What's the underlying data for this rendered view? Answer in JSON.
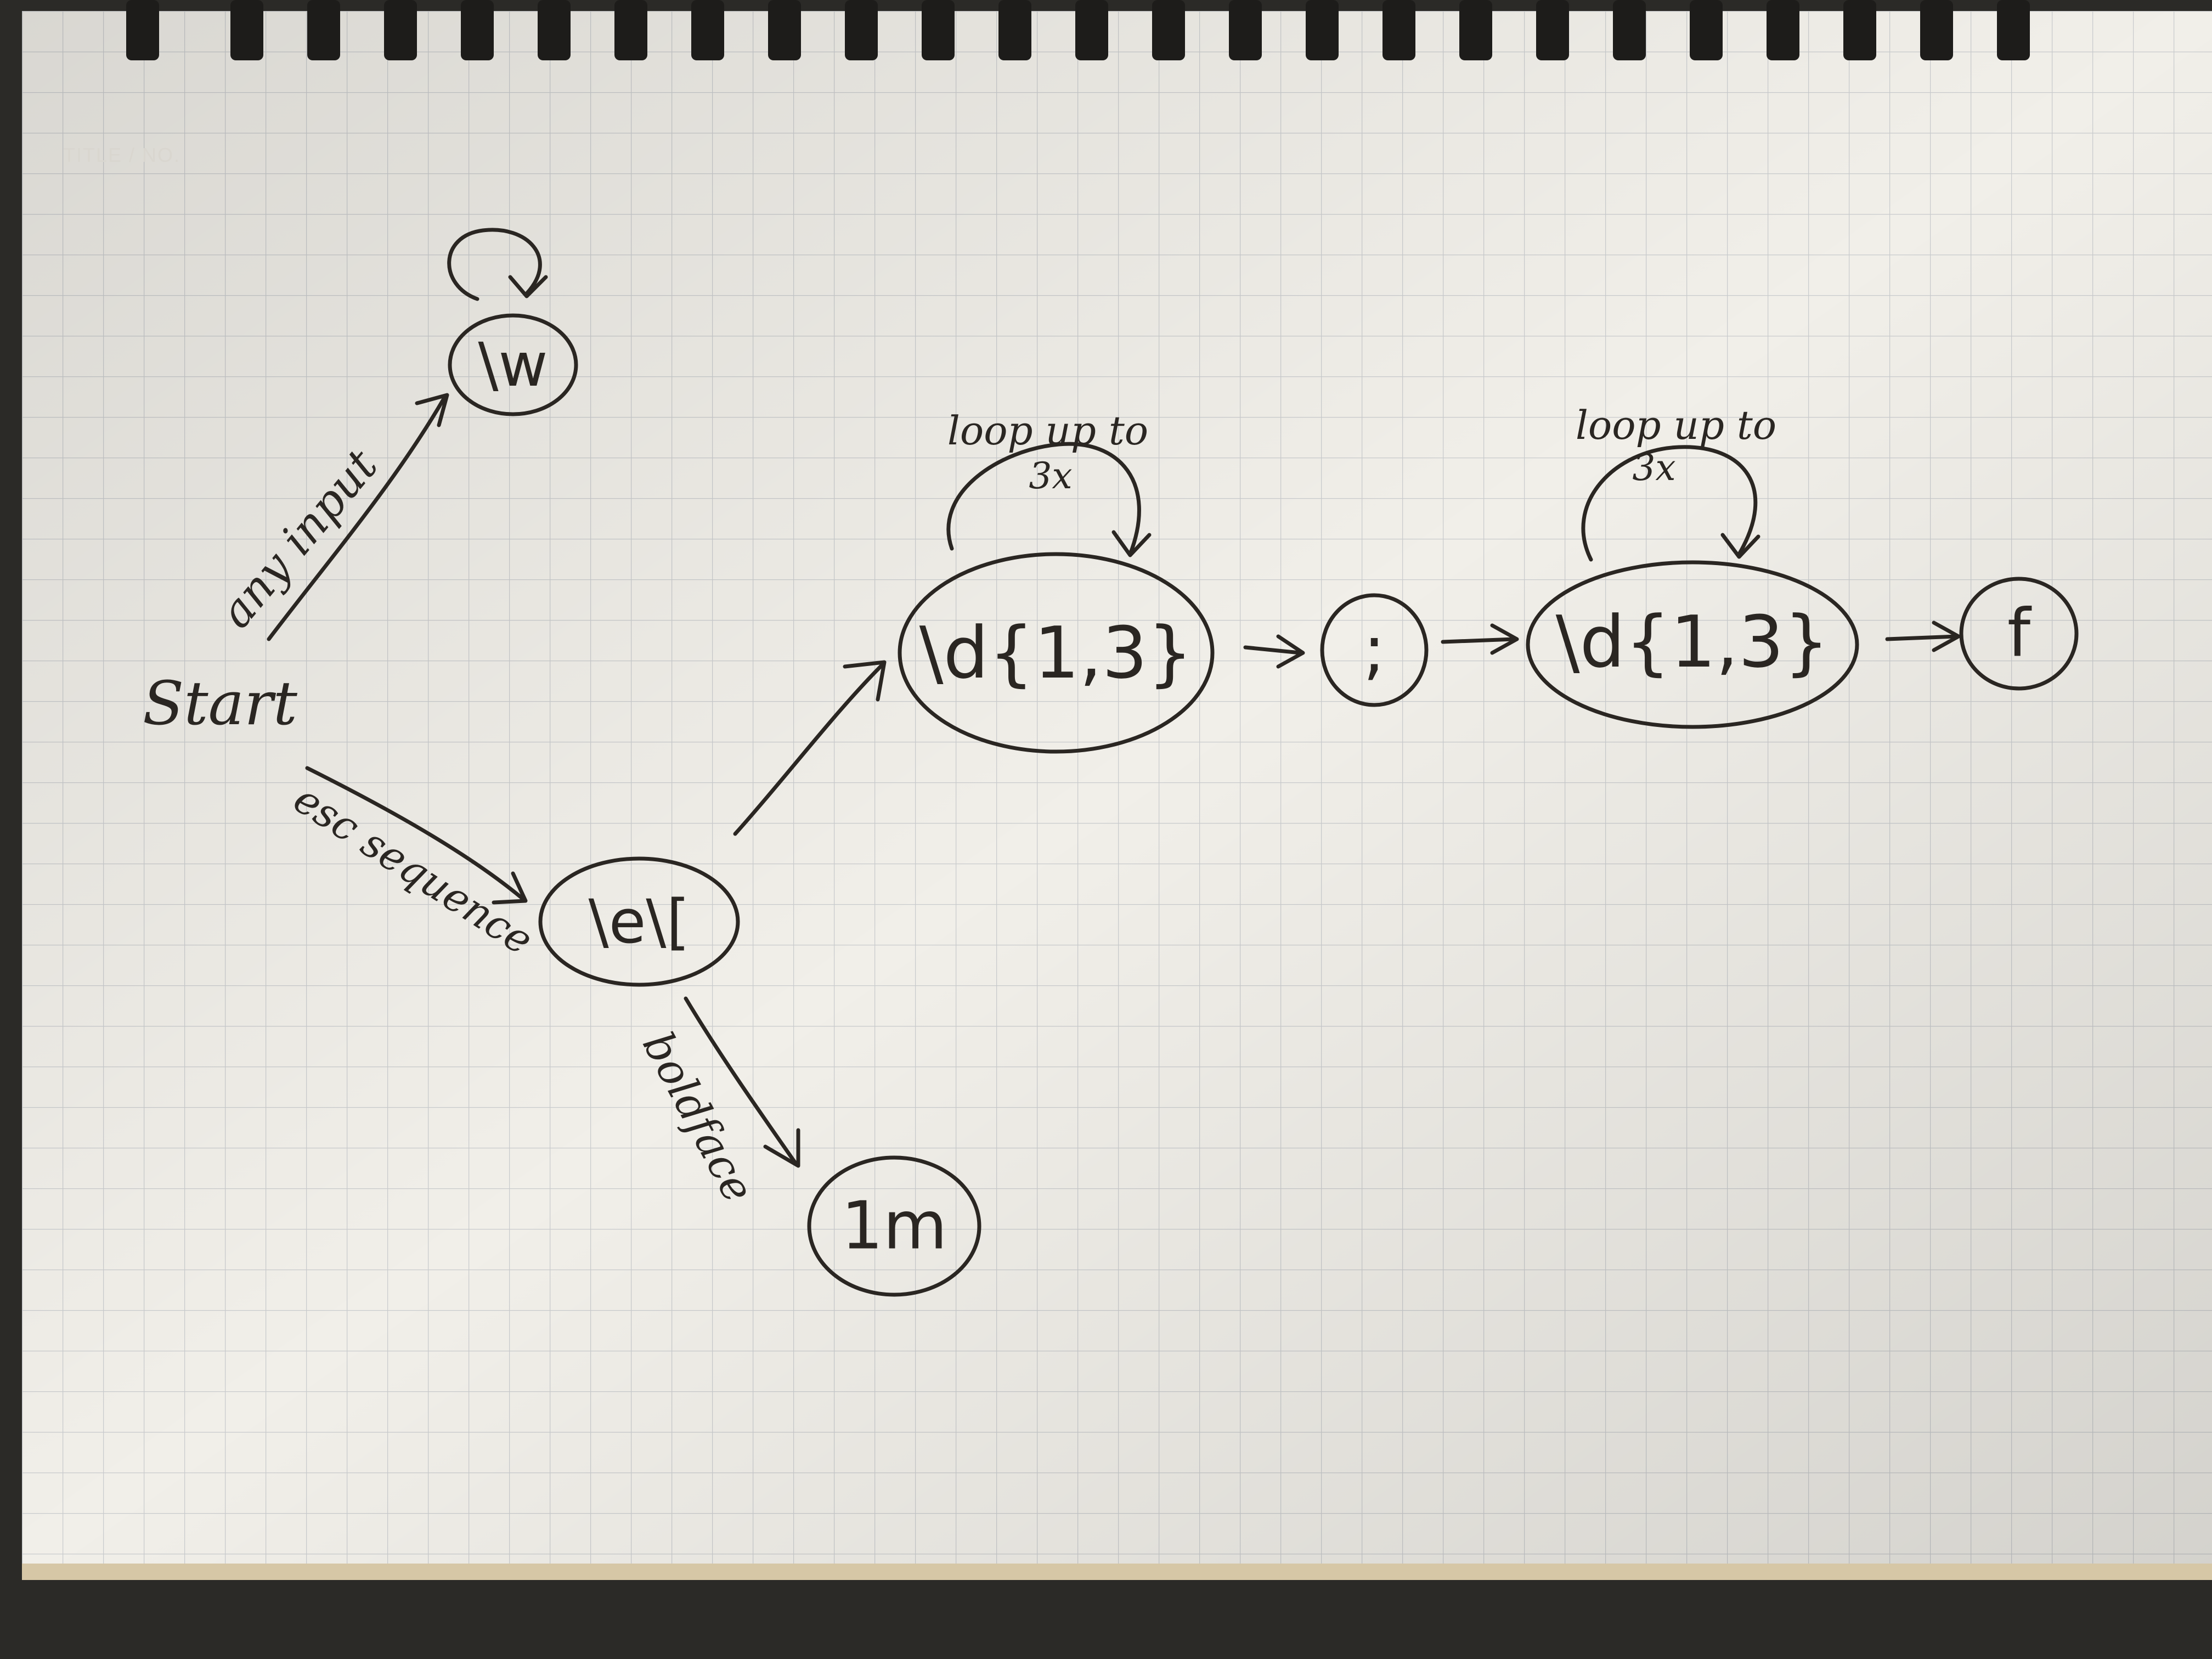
{
  "page": {
    "header_label": "TITLE / NO."
  },
  "start_label": "Start",
  "nodes": [
    {
      "id": "w",
      "label": "\\w"
    },
    {
      "id": "esc",
      "label": "\\e\\["
    },
    {
      "id": "d1",
      "label": "\\d{1,3}"
    },
    {
      "id": "semi",
      "label": ";"
    },
    {
      "id": "d2",
      "label": "\\d{1,3}"
    },
    {
      "id": "f",
      "label": "f"
    },
    {
      "id": "1m",
      "label": "1m"
    }
  ],
  "edges": [
    {
      "from": "start",
      "to": "w",
      "label": "any input"
    },
    {
      "from": "start",
      "to": "esc",
      "label": "esc sequence"
    },
    {
      "from": "esc",
      "to": "d1",
      "label": ""
    },
    {
      "from": "d1",
      "to": "semi",
      "label": ""
    },
    {
      "from": "semi",
      "to": "d2",
      "label": ""
    },
    {
      "from": "d2",
      "to": "f",
      "label": ""
    },
    {
      "from": "esc",
      "to": "1m",
      "label": "boldface"
    }
  ],
  "loops": [
    {
      "node": "w",
      "label": ""
    },
    {
      "node": "d1",
      "label_line1": "loop up to",
      "label_line2": "3x"
    },
    {
      "node": "d2",
      "label_line1": "loop up to",
      "label_line2": "3x"
    }
  ],
  "colors": {
    "ink": "#2a2622",
    "paper": "#f1efe9",
    "grid": "#c9cbcd",
    "background": "#2b2a27"
  }
}
